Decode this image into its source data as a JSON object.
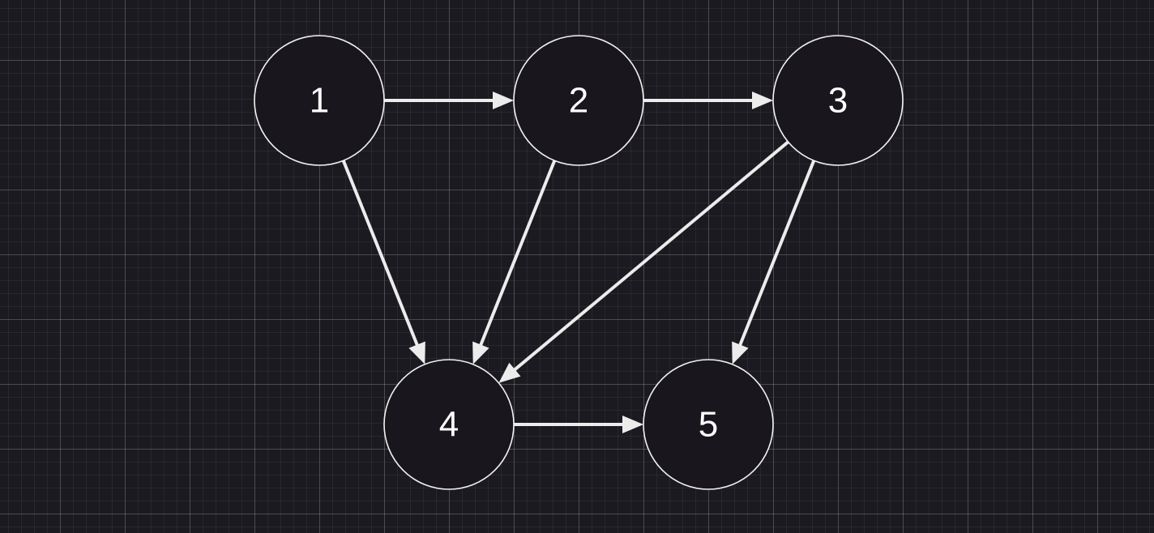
{
  "diagram": {
    "nodes": [
      {
        "id": "1",
        "label": "1"
      },
      {
        "id": "2",
        "label": "2"
      },
      {
        "id": "3",
        "label": "3"
      },
      {
        "id": "4",
        "label": "4"
      },
      {
        "id": "5",
        "label": "5"
      }
    ],
    "edges": [
      {
        "from": "1",
        "to": "2"
      },
      {
        "from": "2",
        "to": "3"
      },
      {
        "from": "1",
        "to": "4"
      },
      {
        "from": "2",
        "to": "4"
      },
      {
        "from": "3",
        "to": "4"
      },
      {
        "from": "3",
        "to": "5"
      },
      {
        "from": "4",
        "to": "5"
      }
    ]
  }
}
